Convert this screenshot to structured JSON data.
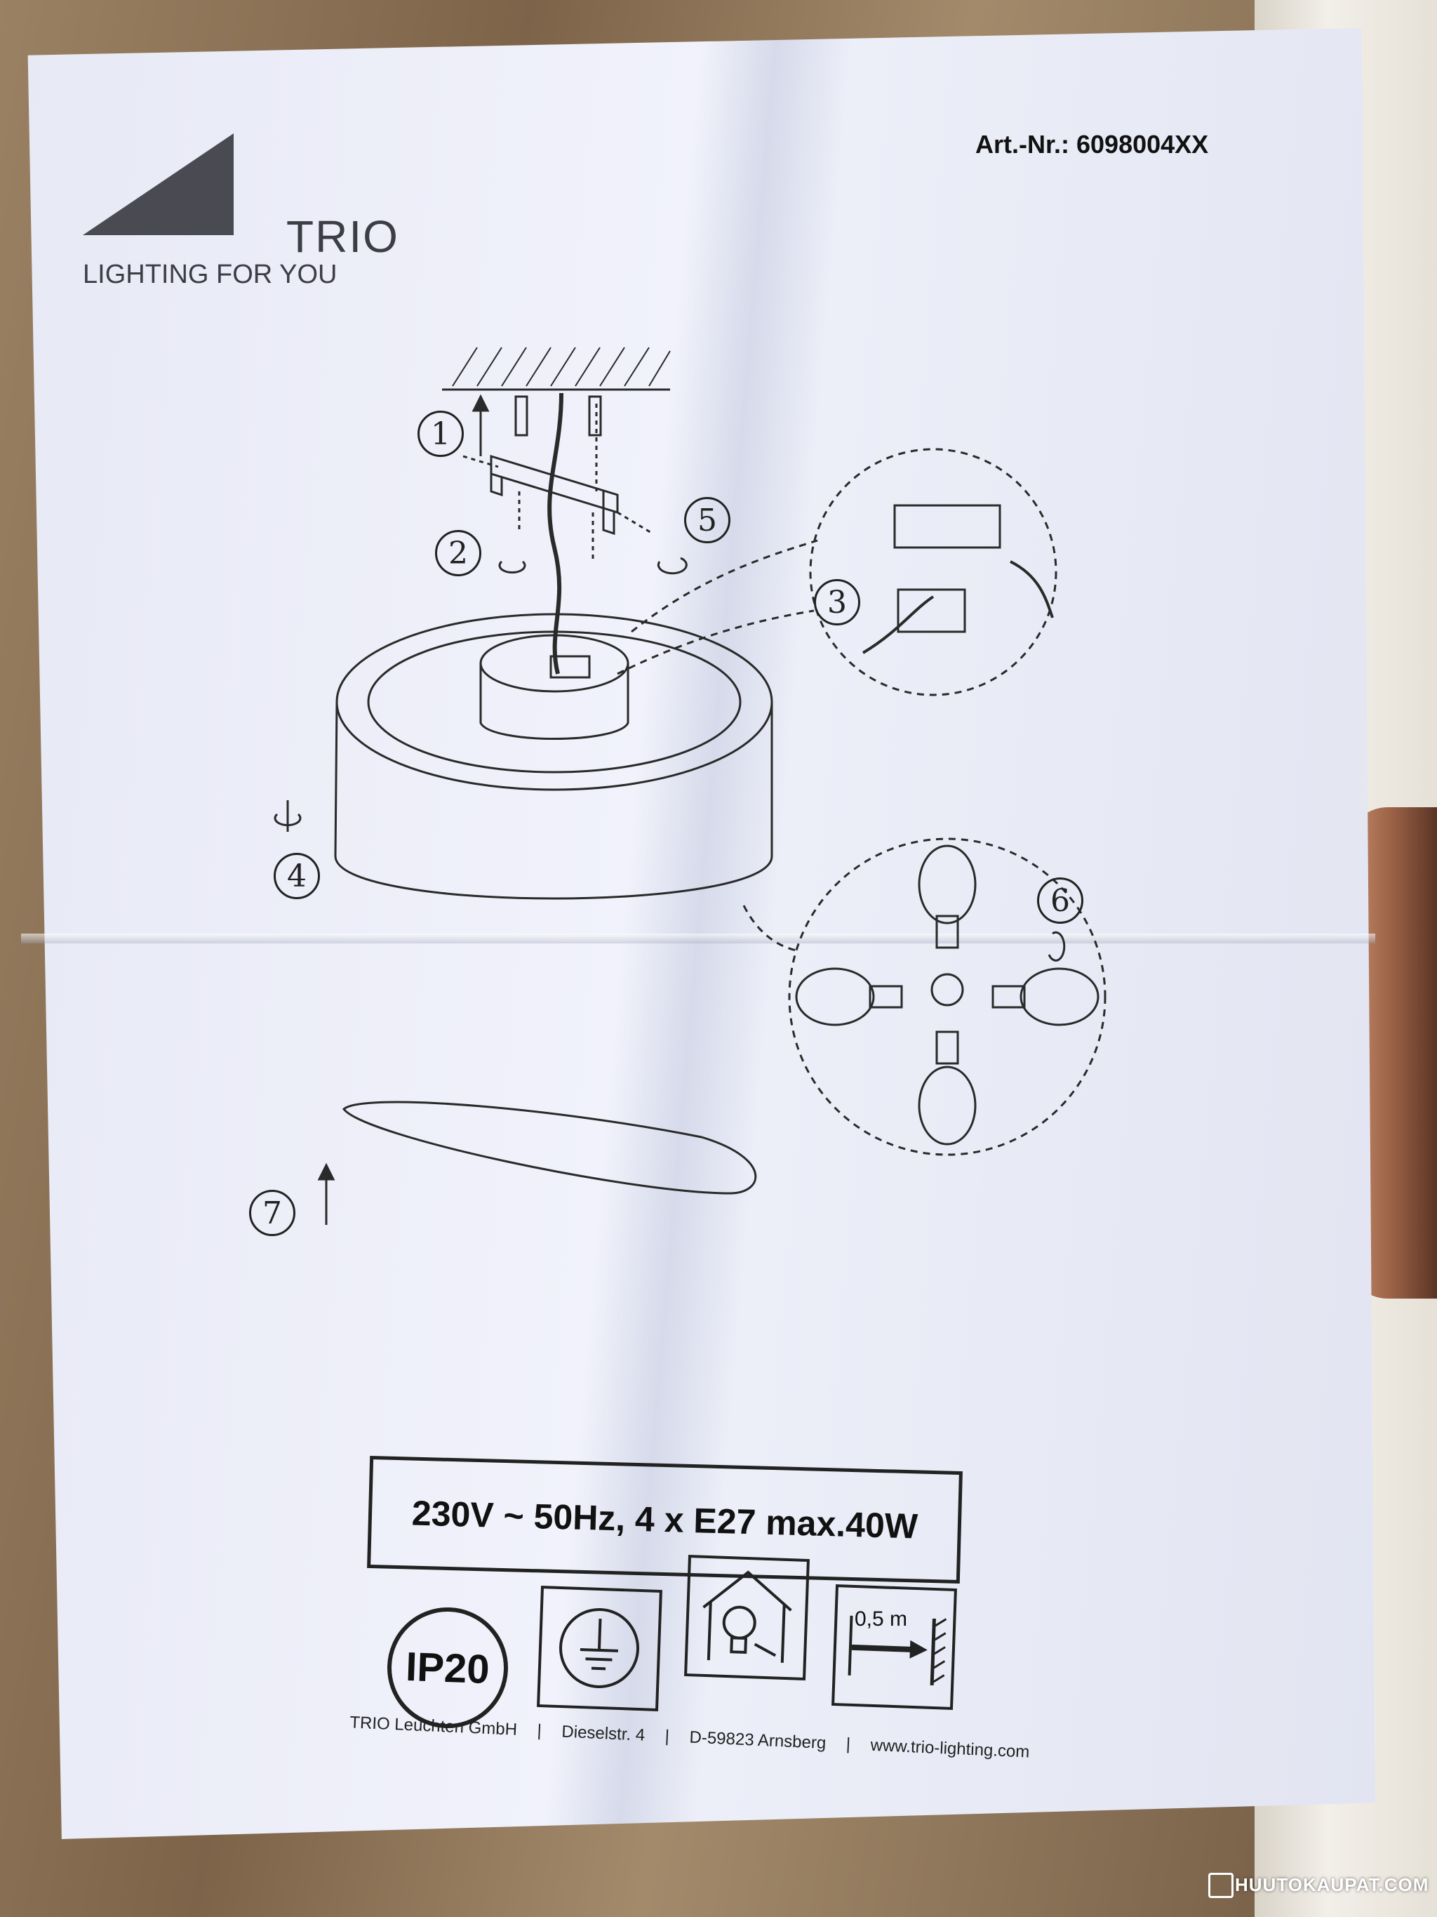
{
  "brand": {
    "name": "TRIO",
    "tagline": "LIGHTING FOR YOU"
  },
  "article_number": "Art.-Nr.: 6098004XX",
  "steps": [
    "1",
    "2",
    "3",
    "4",
    "5",
    "6",
    "7"
  ],
  "specs": "230V  ~ 50Hz,  4 x E27 max.40W",
  "ip_rating": "IP20",
  "distance_label": "0,5 m",
  "footer": {
    "company": "TRIO  Leuchten  GmbH",
    "street": "Dieselstr. 4",
    "city": "D-59823 Arnsberg",
    "web": "www.trio-lighting.com"
  },
  "watermark": "HUUTOKAUPAT.COM",
  "colors": {
    "paper": "#eceef8",
    "ink": "#222222"
  }
}
